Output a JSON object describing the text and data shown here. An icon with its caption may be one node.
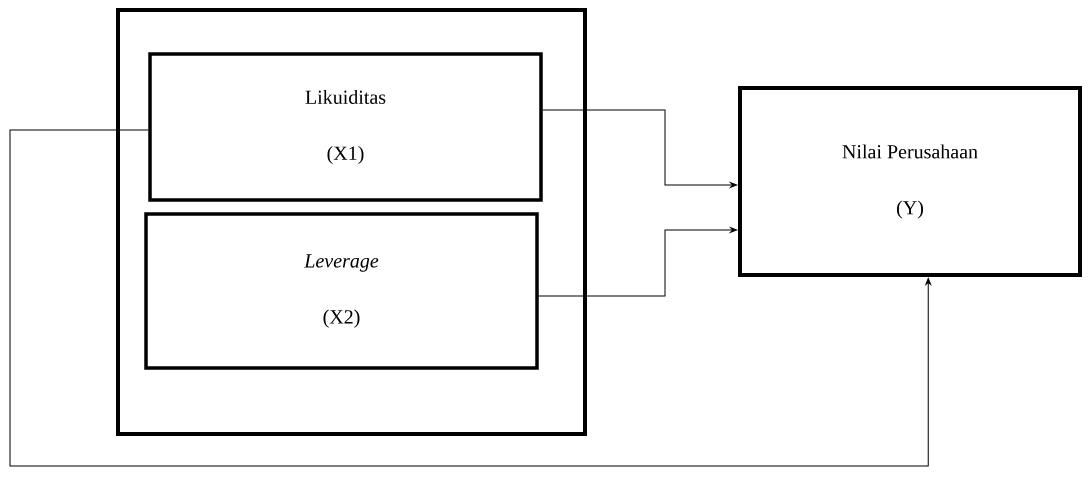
{
  "diagram": {
    "nodes": [
      {
        "text": [],
        "shape": "box"
      },
      {
        "text": [
          "Likuiditas",
          "(X1)"
        ],
        "in": 0
      },
      {
        "text": [
          "Leverage",
          "(X2)"
        ],
        "in": 0
      },
      {
        "text": [
          "Nilai Perusahaan",
          "(Y)"
        ]
      }
    ],
    "edges": [
      {
        "from": 1,
        "to": 3,
        "arrow": "to"
      },
      {
        "from": 2,
        "to": 3,
        "arrow": "to"
      },
      {
        "from": 1,
        "to": 3,
        "arrow": "to"
      }
    ]
  }
}
